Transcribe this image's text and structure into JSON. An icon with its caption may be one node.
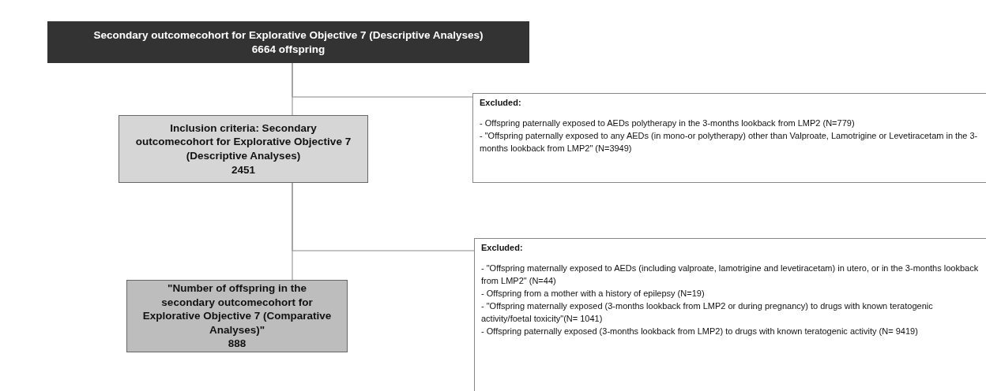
{
  "diagram": {
    "nodes": [
      {
        "text": [
          "Secondary outcomecohort for Explorative Objective 7 (Descriptive Analyses)",
          "6664 offspring"
        ]
      },
      {
        "text": [
          "Excluded:",
          "- Offspring paternally exposed to AEDs polytherapy in the 3-months lookback from LMP2 (N=779)",
          "- \"Offspring paternally exposed to any AEDs (in mono-or polytherapy) other than Valproate, Lamotrigine or Levetiracetam in the 3-months lookback from LMP2\" (N=3949)"
        ]
      },
      {
        "text": [
          "Inclusion criteria: Secondary outcomecohort for Explorative Objective 7 (Descriptive Analyses)",
          "2451"
        ]
      },
      {
        "text": [
          "Excluded:",
          "- \"Offspring maternally exposed to AEDs (including valproate, lamotrigine and levetiracetam) in utero, or in the 3-months lookback from LMP2\" (N=44)",
          "- Offspring from a mother with a history of epilepsy (N=19)",
          "- \"Offspring maternally exposed (3-months lookback from LMP2 or during pregnancy) to drugs with known teratogenic activity/foetal toxicity\"(N= 1041)",
          "- Offspring paternally exposed (3-months lookback from LMP2) to drugs with known teratogenic activity (N= 9419)"
        ]
      },
      {
        "text": [
          "\"Number of offspring in the secondary outcomecohort for Explorative Objective 7 (Comparative Analyses)\"",
          "888"
        ]
      }
    ],
    "edges": [
      {
        "from": 0,
        "to": 2,
        "arrow": "none"
      },
      {
        "from": 0,
        "to": 1,
        "arrow": "none"
      },
      {
        "from": 2,
        "to": 4,
        "arrow": "none"
      },
      {
        "from": 2,
        "to": 3,
        "arrow": "none"
      }
    ]
  }
}
